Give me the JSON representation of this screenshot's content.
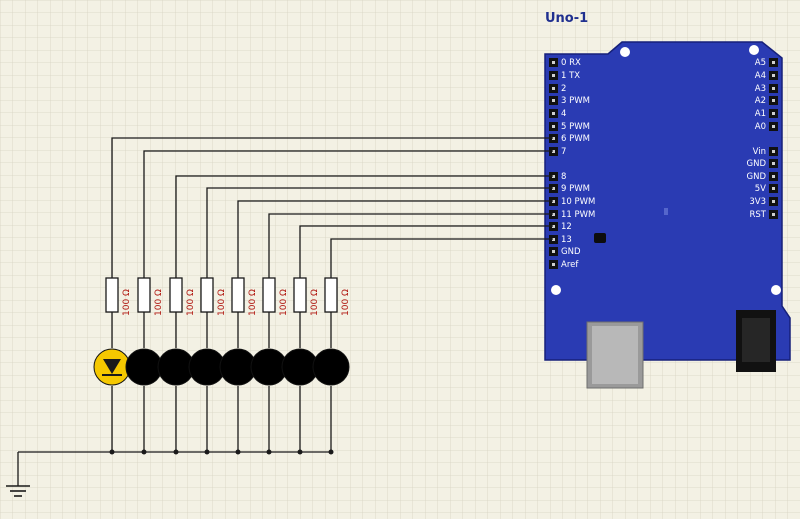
{
  "board": {
    "title": "Uno-1",
    "left_pins": [
      "0 RX",
      "1 TX",
      "2",
      "3 PWM",
      "4",
      "5 PWM",
      "6 PWM",
      "7",
      "8",
      "9 PWM",
      "10 PWM",
      "11 PWM",
      "12",
      "13",
      "GND",
      "Aref"
    ],
    "right_pins": [
      "A5",
      "A4",
      "A3",
      "A2",
      "A1",
      "A0",
      "Vin",
      "GND",
      "GND",
      "5V",
      "3V3",
      "RST"
    ]
  },
  "resistors": [
    {
      "label": "100 Ω",
      "pin": "6"
    },
    {
      "label": "100 Ω",
      "pin": "7"
    },
    {
      "label": "100 Ω",
      "pin": "8"
    },
    {
      "label": "100 Ω",
      "pin": "9"
    },
    {
      "label": "100 Ω",
      "pin": "10"
    },
    {
      "label": "100 Ω",
      "pin": "11"
    },
    {
      "label": "100 Ω",
      "pin": "12"
    },
    {
      "label": "100 Ω",
      "pin": "13"
    }
  ],
  "leds": [
    {
      "state": "on",
      "color": "#f5c800"
    },
    {
      "state": "off",
      "color": "#000000"
    },
    {
      "state": "off",
      "color": "#000000"
    },
    {
      "state": "off",
      "color": "#000000"
    },
    {
      "state": "off",
      "color": "#000000"
    },
    {
      "state": "off",
      "color": "#000000"
    },
    {
      "state": "off",
      "color": "#000000"
    },
    {
      "state": "off",
      "color": "#000000"
    }
  ],
  "colors": {
    "background": "#f3f1e4",
    "grid": "#d6d4c2",
    "wire": "#1a1a1a",
    "board": "#2a3bb3",
    "board_edge": "#16207a",
    "title": "#1f2f8f",
    "resistor_label": "#b0160f"
  }
}
